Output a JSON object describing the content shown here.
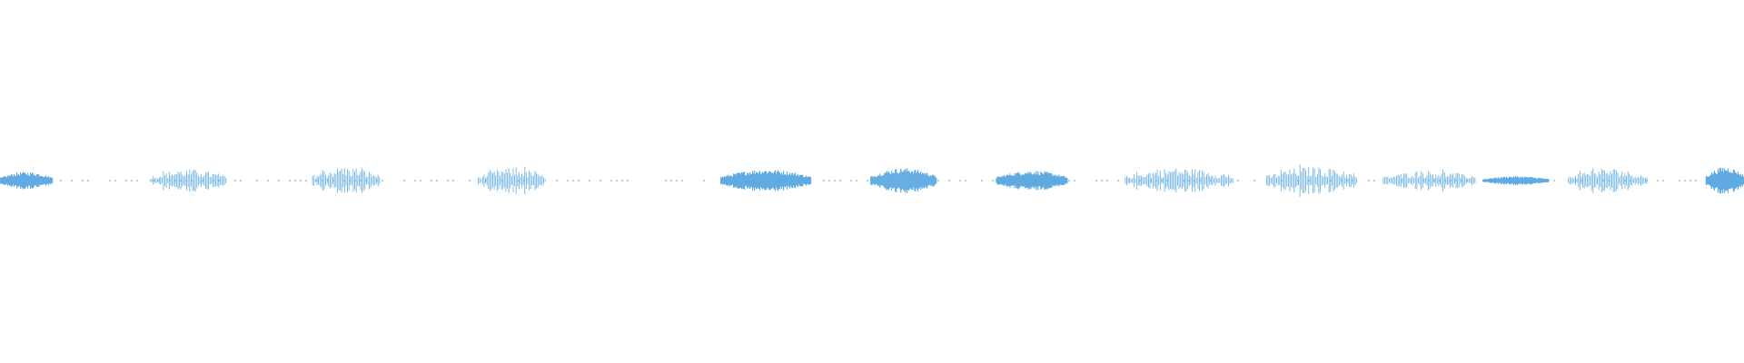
{
  "waveform": {
    "color": "#5aa8e0",
    "background": "#ffffff",
    "duration_fraction_segments": [
      {
        "start": 0.0,
        "end": 0.03,
        "amplitude": 0.35,
        "style": "dense"
      },
      {
        "start": 0.086,
        "end": 0.13,
        "amplitude": 0.45,
        "style": "spiky"
      },
      {
        "start": 0.179,
        "end": 0.218,
        "amplitude": 0.55,
        "style": "spiky"
      },
      {
        "start": 0.274,
        "end": 0.313,
        "amplitude": 0.5,
        "style": "spiky"
      },
      {
        "start": 0.413,
        "end": 0.465,
        "amplitude": 0.45,
        "style": "dense"
      },
      {
        "start": 0.499,
        "end": 0.537,
        "amplitude": 0.5,
        "style": "dense"
      },
      {
        "start": 0.571,
        "end": 0.612,
        "amplitude": 0.4,
        "style": "dense"
      },
      {
        "start": 0.645,
        "end": 0.707,
        "amplitude": 0.5,
        "style": "spiky"
      },
      {
        "start": 0.726,
        "end": 0.778,
        "amplitude": 0.55,
        "style": "spiky"
      },
      {
        "start": 0.793,
        "end": 0.846,
        "amplitude": 0.4,
        "style": "spiky"
      },
      {
        "start": 0.85,
        "end": 0.888,
        "amplitude": 0.18,
        "style": "dense"
      },
      {
        "start": 0.899,
        "end": 0.944,
        "amplitude": 0.5,
        "style": "spiky"
      },
      {
        "start": 0.978,
        "end": 1.0,
        "amplitude": 0.55,
        "style": "dense"
      }
    ],
    "silence_dots_amplitude": 0.03
  }
}
